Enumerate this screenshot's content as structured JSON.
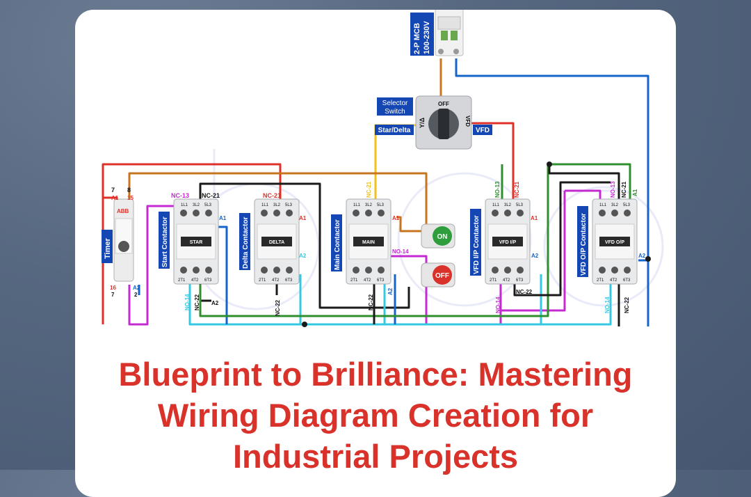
{
  "colors": {
    "red": "#e0302a",
    "blue": "#1565c8",
    "dark": "#1a1a1a",
    "orange": "#c8741e",
    "yellow": "#f2c21a",
    "magenta": "#c32ad0",
    "cyan": "#35c8e2",
    "green": "#2f8f2f",
    "label_blue": "#1446b4",
    "headline": "#d8322b"
  },
  "mcb": {
    "label_line1": "2-P MCB",
    "label_line2": "100-230V"
  },
  "selector": {
    "title_line1": "Selector",
    "title_line2": "Switch",
    "off": "OFF",
    "star_delta": "Y/Δ",
    "vfd": "VFD",
    "star_delta_tag": "Star/Delta",
    "vfd_tag": "VFD"
  },
  "timer": {
    "label": "Timer",
    "term_7_top": "7",
    "term_8": "8",
    "term_a1": "A1",
    "term_15": "15",
    "term_16": "16",
    "term_7_bottom": "7",
    "term_a2": "A2",
    "term_2": "2"
  },
  "contactors": [
    {
      "side_label": "Start Contactor",
      "plate": "STAR",
      "tag_top": "NC-13",
      "tag_top2": "NC-21",
      "tag_a1": "A1",
      "tag_bottom_left": "NO-14",
      "tag_bottom_mid": "NC-22",
      "tag_bottom_right": "A2"
    },
    {
      "side_label": "Delta Contactor",
      "plate": "DELTA",
      "tag_top": "NC-21",
      "tag_a1": "A1",
      "tag_bottom_mid": "NC-22",
      "tag_bottom_right": "A2"
    },
    {
      "side_label": "Main Contactor",
      "plate": "MAIN",
      "tag_top": "NC-21",
      "tag_a1": "A1",
      "tag_bottom_mid": "NC-22",
      "tag_bottom_right": "A2",
      "tag_no": "NO-14"
    },
    {
      "side_label": "VFD I/P Contactor",
      "plate": "VFD I/P",
      "tag_top": "NO-13",
      "tag_top2": "NC-21",
      "tag_a1": "A1",
      "tag_bottom_left": "NO-14",
      "tag_bottom_mid": "NC-22",
      "tag_bottom_right": "A2"
    },
    {
      "side_label": "VFD O/P Contactor",
      "plate": "VFD O/P",
      "tag_top": "NO-13",
      "tag_top2": "NC-21",
      "tag_a1": "A1",
      "tag_bottom_left": "NO-14",
      "tag_bottom_mid": "NC-22",
      "tag_bottom_right": "A2"
    }
  ],
  "terminals": {
    "t1": "1L1",
    "t2": "3L2",
    "t3": "5L3",
    "b1": "2T1",
    "b2": "4T2",
    "b3": "6T3",
    "b14": "14",
    "b22": "22",
    "top13": "13 NO",
    "top21": "21 NC"
  },
  "buttons": {
    "on": "ON",
    "off": "OFF"
  },
  "headline": {
    "line1": "Blueprint to Brilliance: Mastering",
    "line2": "Wiring Diagram Creation for",
    "line3": "Industrial Projects"
  }
}
